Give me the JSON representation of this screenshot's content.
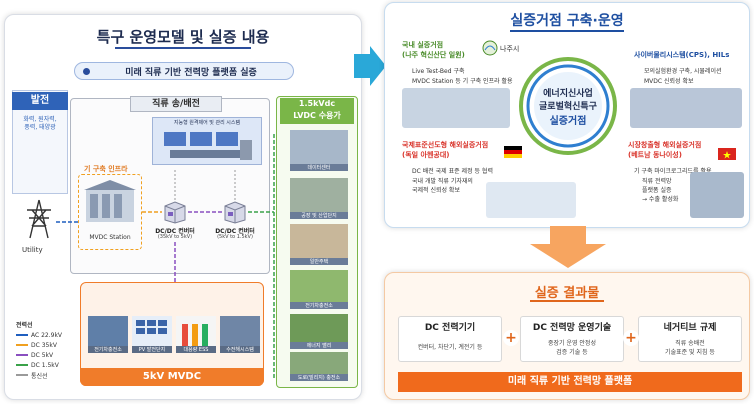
{
  "left": {
    "title": "특구 운영모델 및 실증 내용",
    "banner": "미래 직류 기반 전력망 플랫폼 실증",
    "generation": {
      "title": "발전",
      "sources": [
        "화력, 원자력,",
        "풍력, 태양광"
      ],
      "utility": "Utility"
    },
    "dc_tx": {
      "title": "직류 송/배전",
      "system_label": "지능형 원격제어 및 관리 시스템",
      "infra_label": "기 구축 인프라",
      "mvdc_station": "MVDC Station",
      "converter1": [
        "DC/DC 컨버터",
        "(35kV to 5kV)"
      ],
      "converter2": [
        "DC/DC 컨버터",
        "(5kV to 1.5kV)"
      ]
    },
    "lvdc": {
      "title_line1": "1.5kVdc",
      "title_line2": "LVDC 수용가",
      "items": [
        "데이터센터",
        "공장 및 산업단지",
        "일반주택",
        "전기차충전소",
        "에너지 밸리",
        "도로(빌리지) 충전소"
      ]
    },
    "legend": {
      "title": "전력선",
      "items": [
        {
          "label": "AC 22.9kV",
          "color": "#1f5fbf"
        },
        {
          "label": "DC 35kV",
          "color": "#f0a020"
        },
        {
          "label": "DC 5kV",
          "color": "#8a4fc0"
        },
        {
          "label": "DC 1.5kV",
          "color": "#3aa24a"
        },
        {
          "label": "통신선",
          "color": "#9a9a9a"
        }
      ]
    },
    "mvdc": {
      "title": "5kV MVDC",
      "items": [
        "전기차충전소",
        "PV 발전단지",
        "대용량 ESS",
        "수전해시스템"
      ]
    }
  },
  "right": {
    "sites_title": "실증거점 구축·운영",
    "center": [
      "에너지신사업",
      "글로벌혁신특구",
      "실증거점"
    ],
    "domestic": {
      "title": [
        "국내 실증거점",
        "(나주 혁신산단 일원)"
      ],
      "logo_text": "나주시",
      "items": [
        "Live Test-Bed 구축",
        "MVDC Station 등 기 구축 인프라 활용"
      ]
    },
    "cps": {
      "title": "사이버물리시스템(CPS), HILs",
      "items": [
        "모의실험환경 구축, 시뮬레이션",
        "MVDC 신뢰성 확보"
      ]
    },
    "germany": {
      "title": [
        "국제표준선도형 해외실증거점",
        "(독일 아헨공대)"
      ],
      "items": [
        "DC 배전 국제 표준 제정 등 협력",
        "국내 개발 직류 기자재의",
        "국제적 신뢰성 확보"
      ]
    },
    "vietnam": {
      "title": [
        "시장창출형 해외실증거점",
        "(베트남 동나이성)"
      ],
      "items": [
        "기 구축 마이크로그리드를 활용,",
        "직류 전력망",
        "플랫폼 실증",
        "→ 수출 활성화"
      ]
    },
    "results_title": "실증 결과물",
    "results": [
      {
        "title": "DC 전력기기",
        "desc": [
          "컨버터, 차단기, 계전기 등"
        ]
      },
      {
        "title": "DC 전력망 운영기술",
        "desc": [
          "중장기 운영 안정성",
          "검증 기술 등"
        ]
      },
      {
        "title": "네거티브 규제",
        "desc": [
          "직류 송배전",
          "기술표준 및 지침 등"
        ]
      }
    ],
    "bottom_banner": "미래 직류 기반 전력망 플랫폼",
    "plus": "+"
  },
  "colors": {
    "navy": "#1c3f8c",
    "orange": "#f07c2a",
    "green": "#7ab648",
    "light_blue": "#e8f2fb"
  }
}
